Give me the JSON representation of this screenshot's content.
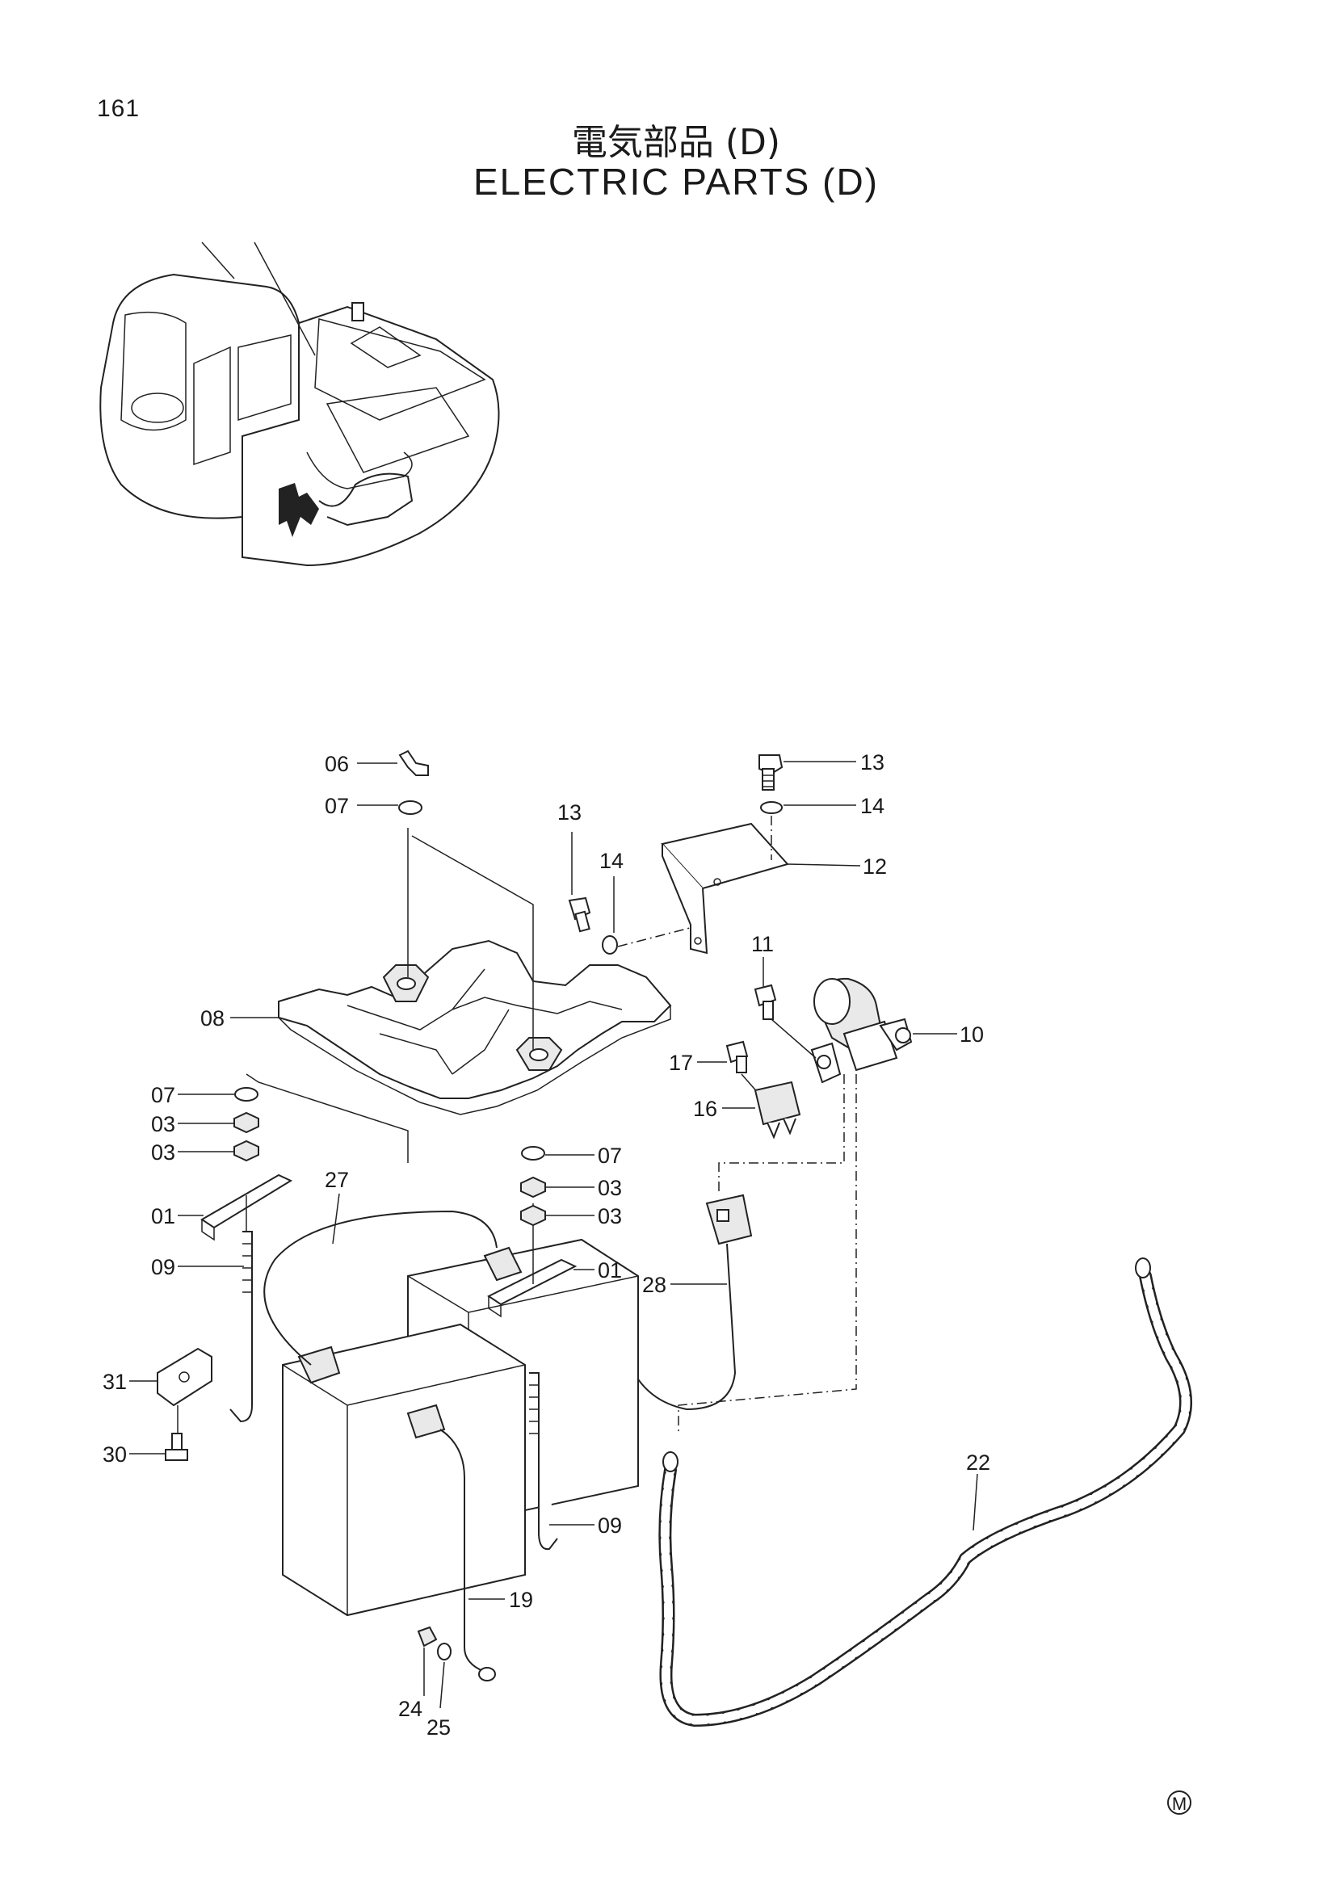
{
  "page": {
    "number": "161",
    "title_jp": "電気部品 (D)",
    "title_en": "ELECTRIC PARTS (D)",
    "footer_mark": "M"
  },
  "callouts": [
    {
      "key": "c06",
      "label": "06"
    },
    {
      "key": "c07a",
      "label": "07"
    },
    {
      "key": "c13a",
      "label": "13"
    },
    {
      "key": "c14a",
      "label": "14"
    },
    {
      "key": "c13b",
      "label": "13"
    },
    {
      "key": "c14b",
      "label": "14"
    },
    {
      "key": "c12",
      "label": "12"
    },
    {
      "key": "c11",
      "label": "11"
    },
    {
      "key": "c10",
      "label": "10"
    },
    {
      "key": "c08",
      "label": "08"
    },
    {
      "key": "c17",
      "label": "17"
    },
    {
      "key": "c16",
      "label": "16"
    },
    {
      "key": "c07b",
      "label": "07"
    },
    {
      "key": "c03a",
      "label": "03"
    },
    {
      "key": "c03b",
      "label": "03"
    },
    {
      "key": "c07c",
      "label": "07"
    },
    {
      "key": "c03c",
      "label": "03"
    },
    {
      "key": "c03d",
      "label": "03"
    },
    {
      "key": "c27",
      "label": "27"
    },
    {
      "key": "c01a",
      "label": "01"
    },
    {
      "key": "c01b",
      "label": "01"
    },
    {
      "key": "c09a",
      "label": "09"
    },
    {
      "key": "c28",
      "label": "28"
    },
    {
      "key": "c31",
      "label": "31"
    },
    {
      "key": "c30",
      "label": "30"
    },
    {
      "key": "c22",
      "label": "22"
    },
    {
      "key": "c09b",
      "label": "09"
    },
    {
      "key": "c19",
      "label": "19"
    },
    {
      "key": "c24",
      "label": "24"
    },
    {
      "key": "c25",
      "label": "25"
    }
  ]
}
